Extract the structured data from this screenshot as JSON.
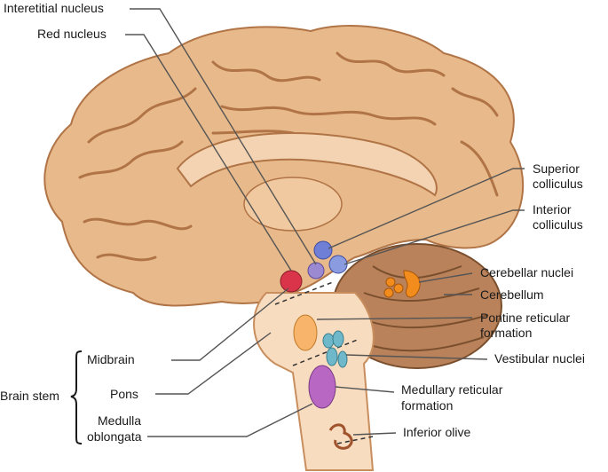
{
  "labels": {
    "interstitial": "Interetitial nucleus",
    "red": "Red nucleus",
    "superior_1": "Superior",
    "superior_2": "colliculus",
    "interior_1": "Interior",
    "interior_2": "colliculus",
    "cerebellar_nuclei": "Cerebellar nuclei",
    "cerebellum": "Cerebellum",
    "pontine_1": "Pontine reticular",
    "pontine_2": "formation",
    "vestibular": "Vestibular nuclei",
    "medullary_1": "Medullary reticular",
    "medullary_2": "formation",
    "inferior_olive": "Inferior olive",
    "midbrain": "Midbrain",
    "pons": "Pons",
    "medulla_1": "Medulla",
    "medulla_2": "oblongata",
    "brain_stem": "Brain stem"
  },
  "colors": {
    "brain_fill": "#e8b98a",
    "brain_dark": "#c98e5e",
    "brain_shadow": "#b07446",
    "stem_fill": "#f8dcbf",
    "cerebellum_fill": "#b9825a",
    "red_nucleus": "#d9344a",
    "interstitial": "#9b8ad1",
    "colliculus": "#6f7fd6",
    "cerebellar_nuclei": "#f28c1c",
    "pontine": "#f7b46a",
    "vestibular": "#6fb8c9",
    "medullary": "#b867c2",
    "olive": "#a0522d",
    "leader": "#555555"
  }
}
